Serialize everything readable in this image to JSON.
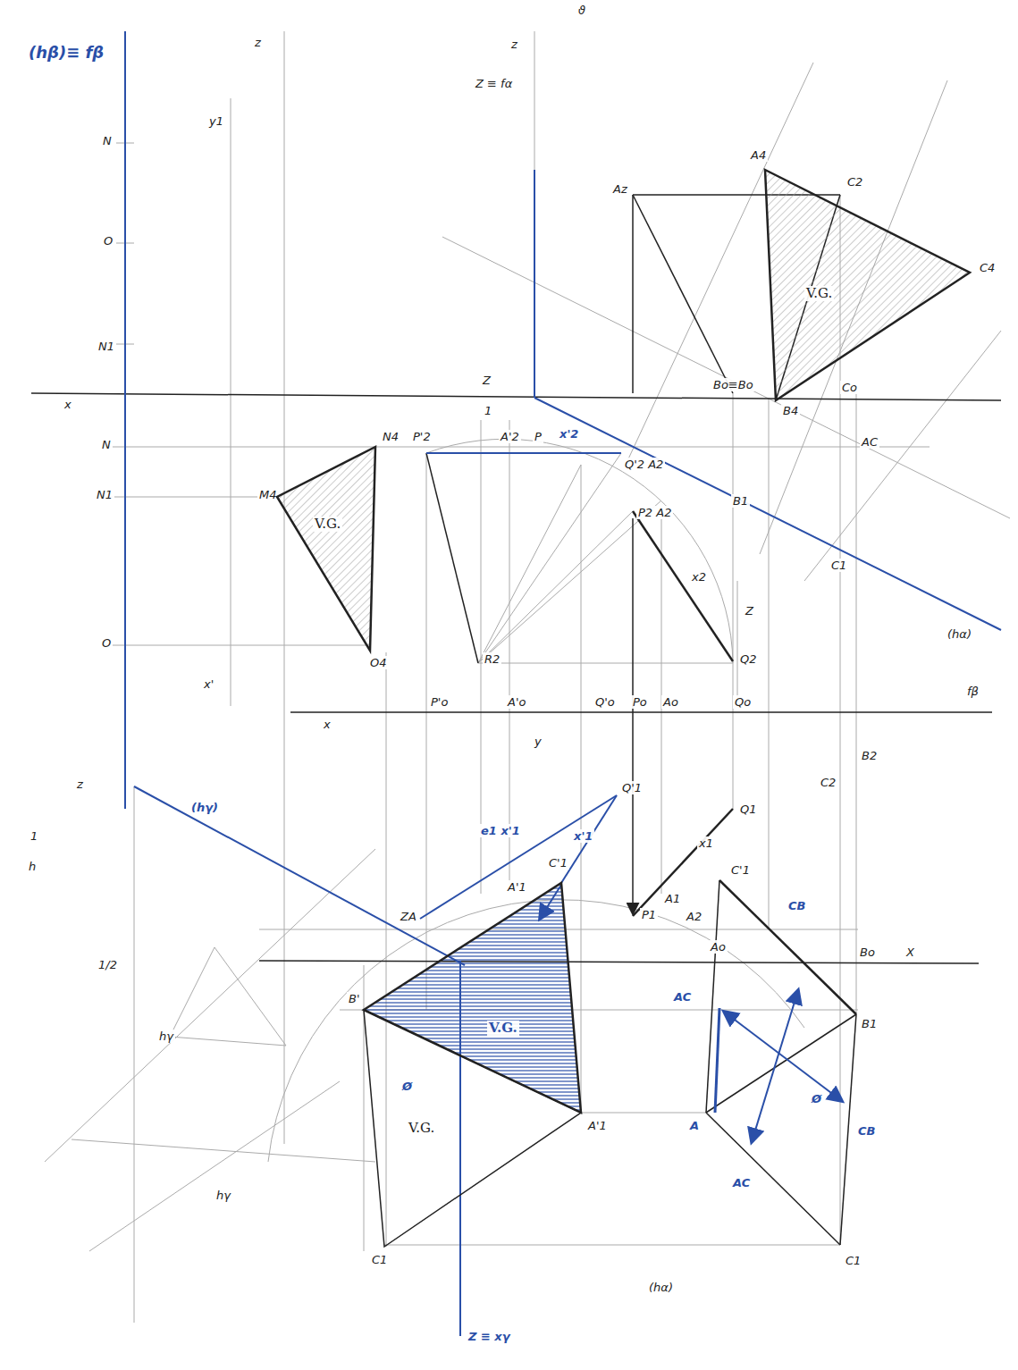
{
  "diagram": {
    "nodes": [
      {
        "text": [
          "V.G."
        ]
      },
      {
        "text": [
          "V.G."
        ]
      },
      {
        "text": [
          "V.G."
        ]
      },
      {
        "text": [
          "V.G."
        ]
      }
    ],
    "labels": [
      "(hβ)≡ fβ",
      "z",
      "ϑ",
      "z",
      "Z ≡ fα",
      "N",
      "y1",
      "O",
      "N1",
      "Az",
      "A4",
      "C2",
      "C4",
      "x",
      "Z",
      "1",
      "Bo≡Bo",
      "B4",
      "Co",
      "N",
      "N4",
      "P'2",
      "A'2",
      "P",
      "x'2",
      "Q'2 A2",
      "AC",
      "N1",
      "M4",
      "B1",
      "P2 A2",
      "x2",
      "C1",
      "Z",
      "(hα)",
      "O",
      "O4",
      "R2",
      "Q2",
      "x'",
      "fβ",
      "x",
      "P'o",
      "A'o",
      "Q'o",
      "Po",
      "Ao",
      "Qo",
      "y",
      "B2",
      "C2",
      "z",
      "(hγ)",
      "Q'1",
      "Q1",
      "x1",
      "e1 x'1",
      "x'1",
      "C'1",
      "A'1",
      "C'1",
      "CB",
      "ZA",
      "P1",
      "A1",
      "A2",
      "1",
      "h",
      "1/2",
      "X",
      "Ao",
      "Bo",
      "AC",
      "B'",
      "B1",
      "Ø",
      "Ø",
      "A",
      "A'1",
      "CB",
      "AC",
      "C1",
      "C1",
      "(hα)",
      "Z ≡ xγ",
      "hγ",
      "hγ"
    ]
  }
}
